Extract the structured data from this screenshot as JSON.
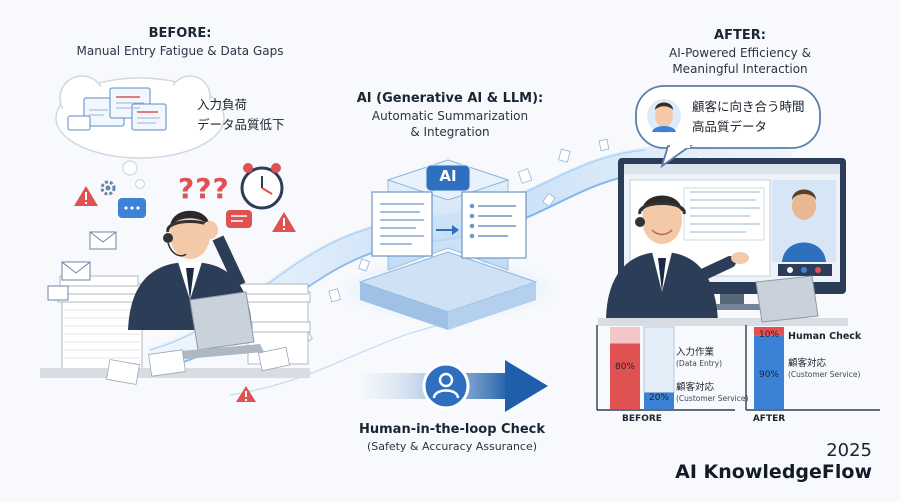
{
  "before": {
    "title": "BEFORE:",
    "subtitle": "Manual Entry Fatigue & Data Gaps",
    "thought_lines": [
      "入力負荷",
      "データ品質低下"
    ],
    "marks": "???"
  },
  "ai": {
    "title": "AI (Generative AI & LLM):",
    "subtitle_lines": [
      "Automatic Summarization",
      "& Integration"
    ],
    "box_label": "AI"
  },
  "after": {
    "title": "AFTER:",
    "subtitle_lines": [
      "AI-Powered Efficiency &",
      "Meaningful Interaction"
    ],
    "bubble_lines": [
      "顧客に向き合う時間",
      "高品質データ"
    ]
  },
  "hitl": {
    "title": "Human-in-the-loop Check",
    "subtitle": "(Safety & Accuracy Assurance)"
  },
  "chart_data": {
    "type": "bar",
    "categories": [
      "BEFORE",
      "AFTER"
    ],
    "series": [
      {
        "name": "入力作業",
        "sub": "(Data Entry)",
        "values": [
          80,
          10
        ],
        "color": "#e05252"
      },
      {
        "name": "顧客対応",
        "sub": "(Customer Service)",
        "values": [
          20,
          90
        ],
        "color": "#3b82d6"
      }
    ],
    "labels": {
      "before": {
        "top": "80%",
        "bottom": "20%"
      },
      "after": {
        "top": "10%",
        "bottom": "90%"
      }
    },
    "legend_before": [
      {
        "label": "入力作業",
        "sub": "(Data Entry)"
      },
      {
        "label": "顧客対応",
        "sub": "(Customer Service)"
      }
    ],
    "legend_after": [
      {
        "label": "Human Check",
        "sub": ""
      },
      {
        "label": "顧客対応",
        "sub": "(Customer Service)"
      }
    ]
  },
  "brand": {
    "year": "2025",
    "name": "AI KnowledgeFlow"
  },
  "colors": {
    "accent": "#2f7de1",
    "flow": "#8fc0f2",
    "red": "#e05252",
    "suit": "#2c3e57"
  }
}
